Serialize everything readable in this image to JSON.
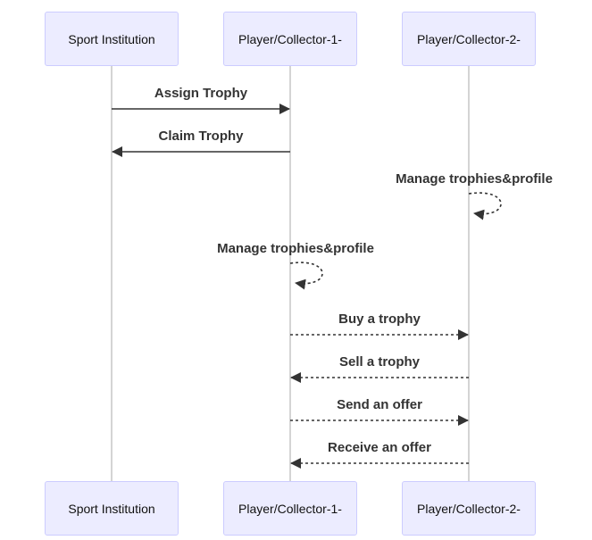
{
  "diagram": {
    "type": "sequence-diagram",
    "actors": [
      {
        "name": "Sport Institution"
      },
      {
        "name": "Player/Collector-1-"
      },
      {
        "name": "Player/Collector-2-"
      }
    ],
    "messages": [
      {
        "label": "Assign Trophy",
        "from": "Sport Institution",
        "to": "Player/Collector-1-",
        "line": "solid",
        "direction": "right"
      },
      {
        "label": "Claim Trophy",
        "from": "Player/Collector-1-",
        "to": "Sport Institution",
        "line": "solid",
        "direction": "left"
      },
      {
        "label": "Manage trophies&profile",
        "from": "Player/Collector-2-",
        "to": "Player/Collector-2-",
        "line": "dotted",
        "direction": "self-loop"
      },
      {
        "label": "Manage trophies&profile",
        "from": "Player/Collector-1-",
        "to": "Player/Collector-1-",
        "line": "dotted",
        "direction": "self-loop"
      },
      {
        "label": "Buy a trophy",
        "from": "Player/Collector-1-",
        "to": "Player/Collector-2-",
        "line": "dotted",
        "direction": "right"
      },
      {
        "label": "Sell a trophy",
        "from": "Player/Collector-2-",
        "to": "Player/Collector-1-",
        "line": "dotted",
        "direction": "left"
      },
      {
        "label": "Send an offer",
        "from": "Player/Collector-1-",
        "to": "Player/Collector-2-",
        "line": "dotted",
        "direction": "right"
      },
      {
        "label": "Receive an offer",
        "from": "Player/Collector-2-",
        "to": "Player/Collector-1-",
        "line": "dotted",
        "direction": "left"
      }
    ],
    "colors": {
      "actor_fill": "#ECECFF",
      "actor_border": "#CCCCFF",
      "actor_text": "#111111",
      "lifeline": "#C9C9C9",
      "message_line": "#333333",
      "message_text": "#333333",
      "background": "#FFFFFF"
    }
  }
}
